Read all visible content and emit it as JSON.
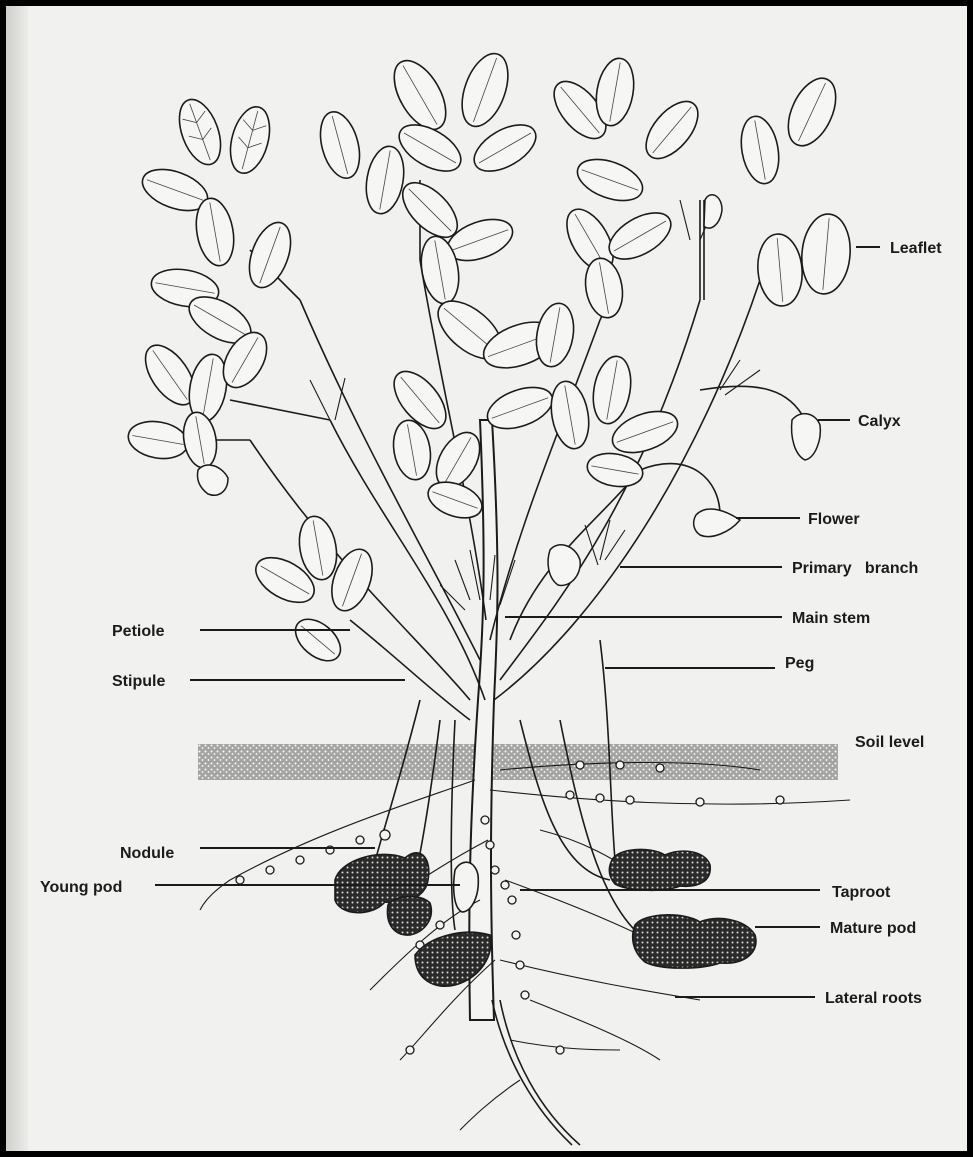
{
  "labels": {
    "leaflet": "Leaflet",
    "calyx": "Calyx",
    "flower": "Flower",
    "primary_branch": "Primary   branch",
    "main_stem": "Main stem",
    "petiole": "Petiole",
    "peg": "Peg",
    "stipule": "Stipule",
    "soil_level": "Soil level",
    "nodule": "Nodule",
    "young_pod": "Young pod",
    "taproot": "Taproot",
    "mature_pod": "Mature pod",
    "lateral_roots": "Lateral roots"
  },
  "colors": {
    "ink": "#1b1b1b",
    "paper": "#f1f1ef",
    "border": "#000000"
  }
}
